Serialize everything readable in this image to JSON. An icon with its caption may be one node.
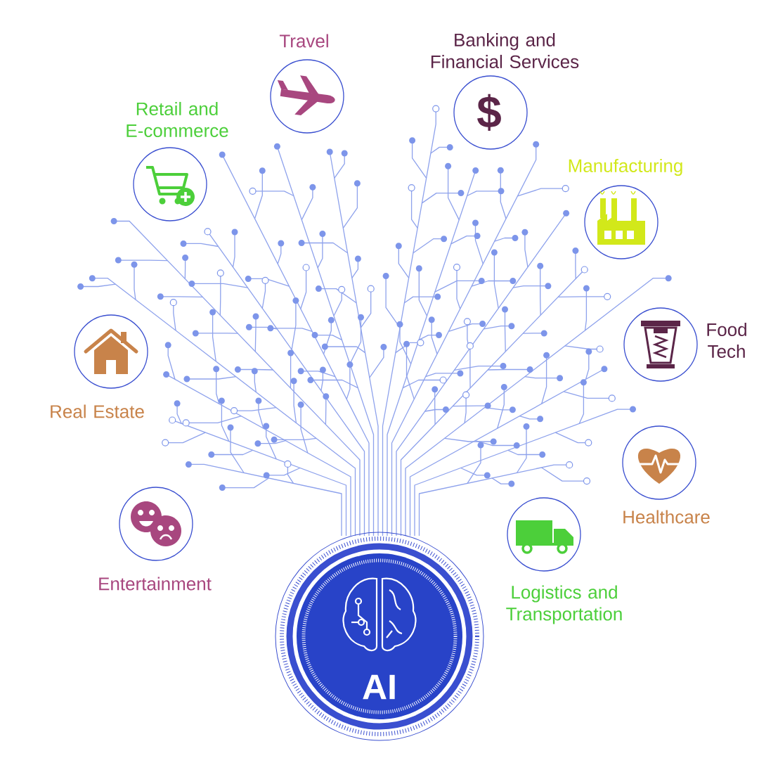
{
  "diagram": {
    "nodes": [
      {
        "text": [
          "Travel"
        ]
      },
      {
        "text": [
          "Banking and Financial Services",
          "$"
        ]
      },
      {
        "text": [
          "Retail and E-commerce"
        ]
      },
      {
        "text": [
          "Manufacturing"
        ]
      },
      {
        "text": [
          "Food Tech"
        ]
      },
      {
        "text": [
          "Real Estate"
        ]
      },
      {
        "text": [
          "Healthcare"
        ]
      },
      {
        "text": [
          "Entertainment"
        ]
      },
      {
        "text": [
          "Logistics and Transportation"
        ]
      },
      {
        "text": [
          "AI"
        ]
      }
    ]
  }
}
